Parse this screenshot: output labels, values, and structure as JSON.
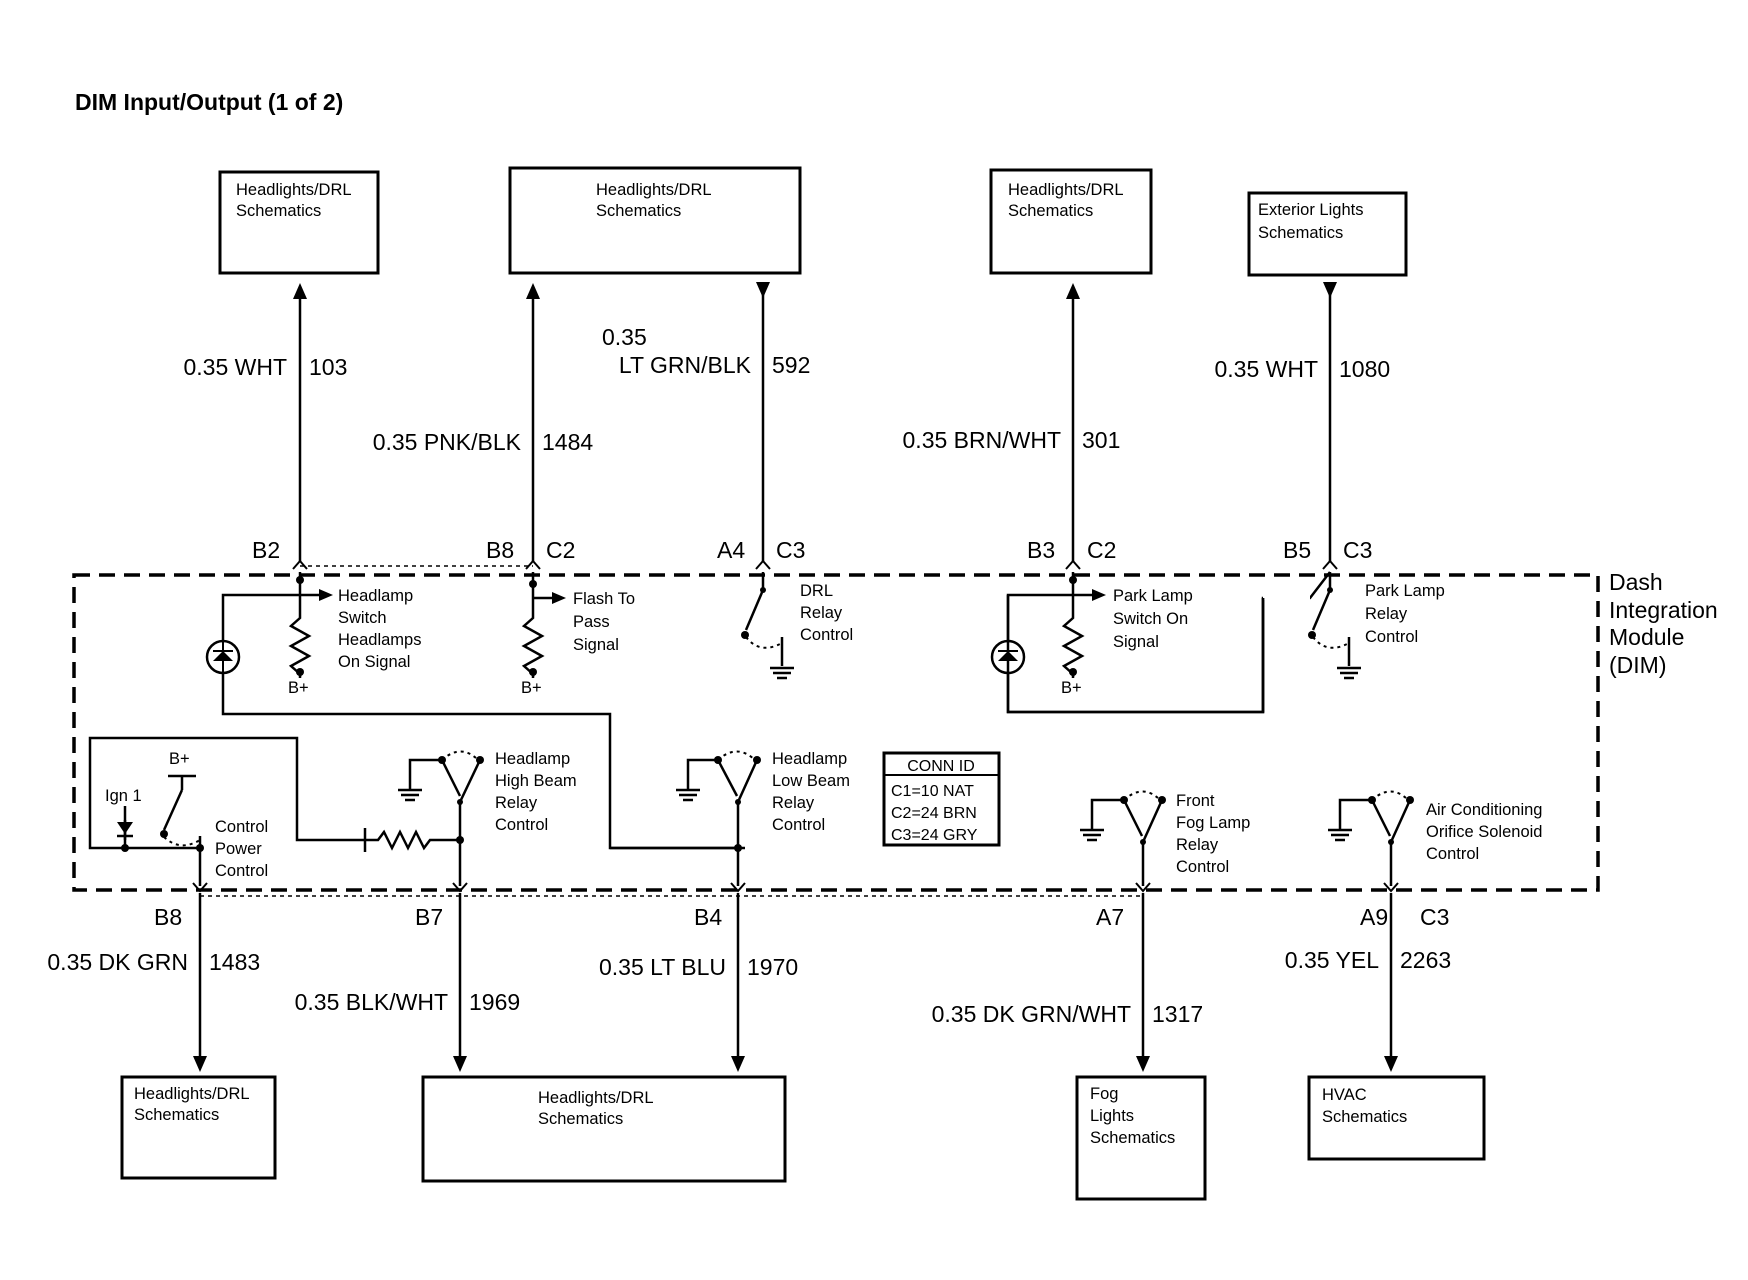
{
  "title": "DIM Input/Output (1 of 2)",
  "boxes": {
    "b1": [
      "Headlights/DRL",
      "Schematics"
    ],
    "b2": [
      "Headlights/DRL",
      "Schematics"
    ],
    "b3": [
      "Headlights/DRL",
      "Schematics"
    ],
    "b4": [
      "Exterior Lights",
      "Schematics"
    ],
    "b5": [
      "Headlights/DRL",
      "Schematics"
    ],
    "b6": [
      "Headlights/DRL",
      "Schematics"
    ],
    "b7": [
      "Fog",
      "Lights",
      "Schematics"
    ],
    "b8": [
      "HVAC",
      "Schematics"
    ]
  },
  "wires": {
    "w103": {
      "gauge": "0.35 WHT",
      "circuit": "103"
    },
    "w1484": {
      "gauge": "0.35 PNK/BLK",
      "circuit": "1484"
    },
    "w592": {
      "gauge_top": "0.35",
      "gauge": "LT GRN/BLK",
      "circuit": "592"
    },
    "w301": {
      "gauge": "0.35 BRN/WHT",
      "circuit": "301"
    },
    "w1080": {
      "gauge": "0.35 WHT",
      "circuit": "1080"
    },
    "w1483": {
      "gauge": "0.35 DK GRN",
      "circuit": "1483"
    },
    "w1969": {
      "gauge": "0.35 BLK/WHT",
      "circuit": "1969"
    },
    "w1970": {
      "gauge": "0.35 LT BLU",
      "circuit": "1970"
    },
    "w1317": {
      "gauge": "0.35 DK GRN/WHT",
      "circuit": "1317"
    },
    "w2263": {
      "gauge": "0.35 YEL",
      "circuit": "2263"
    }
  },
  "pins": {
    "top_b2": "B2",
    "top_b8": "B8",
    "top_c2a": "C2",
    "top_a4": "A4",
    "top_c3a": "C3",
    "top_b3": "B3",
    "top_c2b": "C2",
    "top_b5": "B5",
    "top_c3b": "C3",
    "bot_b8": "B8",
    "bot_b7": "B7",
    "bot_b4": "B4",
    "bot_a7": "A7",
    "bot_a9": "A9",
    "bot_c3": "C3"
  },
  "module": [
    "Dash",
    "Integration",
    "Module",
    "(DIM)"
  ],
  "labels": {
    "headlamp_switch": [
      "Headlamp",
      "Switch",
      "Headlamps",
      "On Signal"
    ],
    "flash_to_pass": [
      "Flash To",
      "Pass",
      "Signal"
    ],
    "drl_relay": [
      "DRL",
      "Relay",
      "Control"
    ],
    "park_switch": [
      "Park Lamp",
      "Switch On",
      "Signal"
    ],
    "park_relay": [
      "Park Lamp",
      "Relay",
      "Control"
    ],
    "control_power": [
      "Control",
      "Power",
      "Control"
    ],
    "high_beam": [
      "Headlamp",
      "High Beam",
      "Relay",
      "Control"
    ],
    "low_beam": [
      "Headlamp",
      "Low Beam",
      "Relay",
      "Control"
    ],
    "fog_relay": [
      "Front",
      "Fog Lamp",
      "Relay",
      "Control"
    ],
    "ac_solenoid": [
      "Air Conditioning",
      "Orifice Solenoid",
      "Control"
    ],
    "bplus": "B+",
    "ign": "Ign 1"
  },
  "conn_id": {
    "header": "CONN ID",
    "rows": [
      "C1=10 NAT",
      "C2=24 BRN",
      "C3=24 GRY"
    ]
  }
}
